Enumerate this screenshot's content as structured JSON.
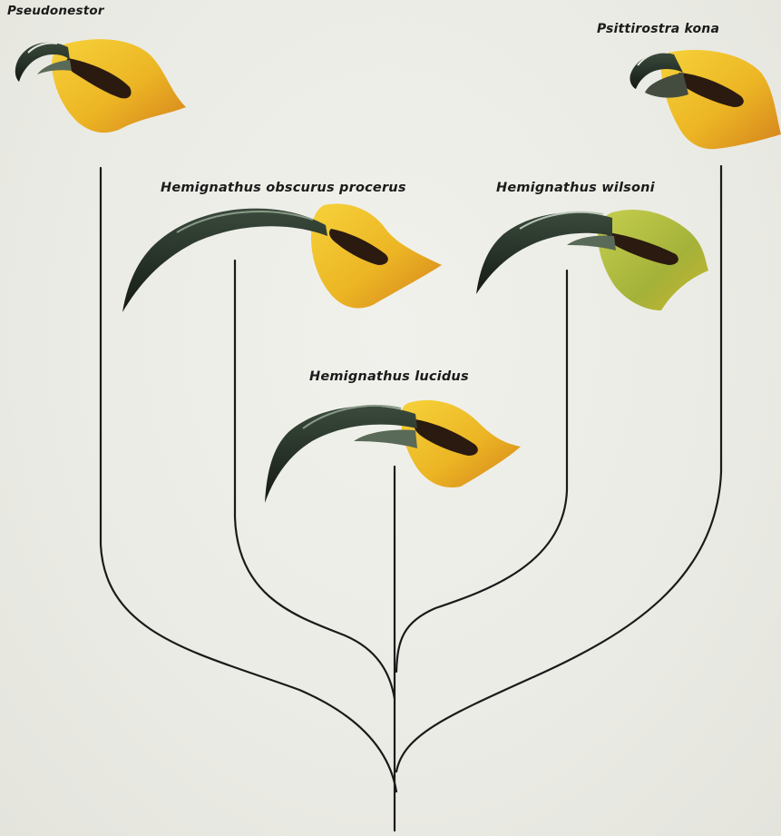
{
  "taxa": {
    "pseudonestor": "Pseudonestor",
    "psittirostra": "Psittirostra kona",
    "obscurus": "Hemignathus obscurus procerus",
    "wilsoni": "Hemignathus wilsoni",
    "lucidus": "Hemignathus lucidus"
  },
  "colors": {
    "branch": "#1a1a1a",
    "head_yellow": "#f0c21c",
    "head_orange": "#d98a1a",
    "head_green": "#a9b83a",
    "beak_dark": "#1f2a1f",
    "eye_stripe": "#2a1a10"
  }
}
